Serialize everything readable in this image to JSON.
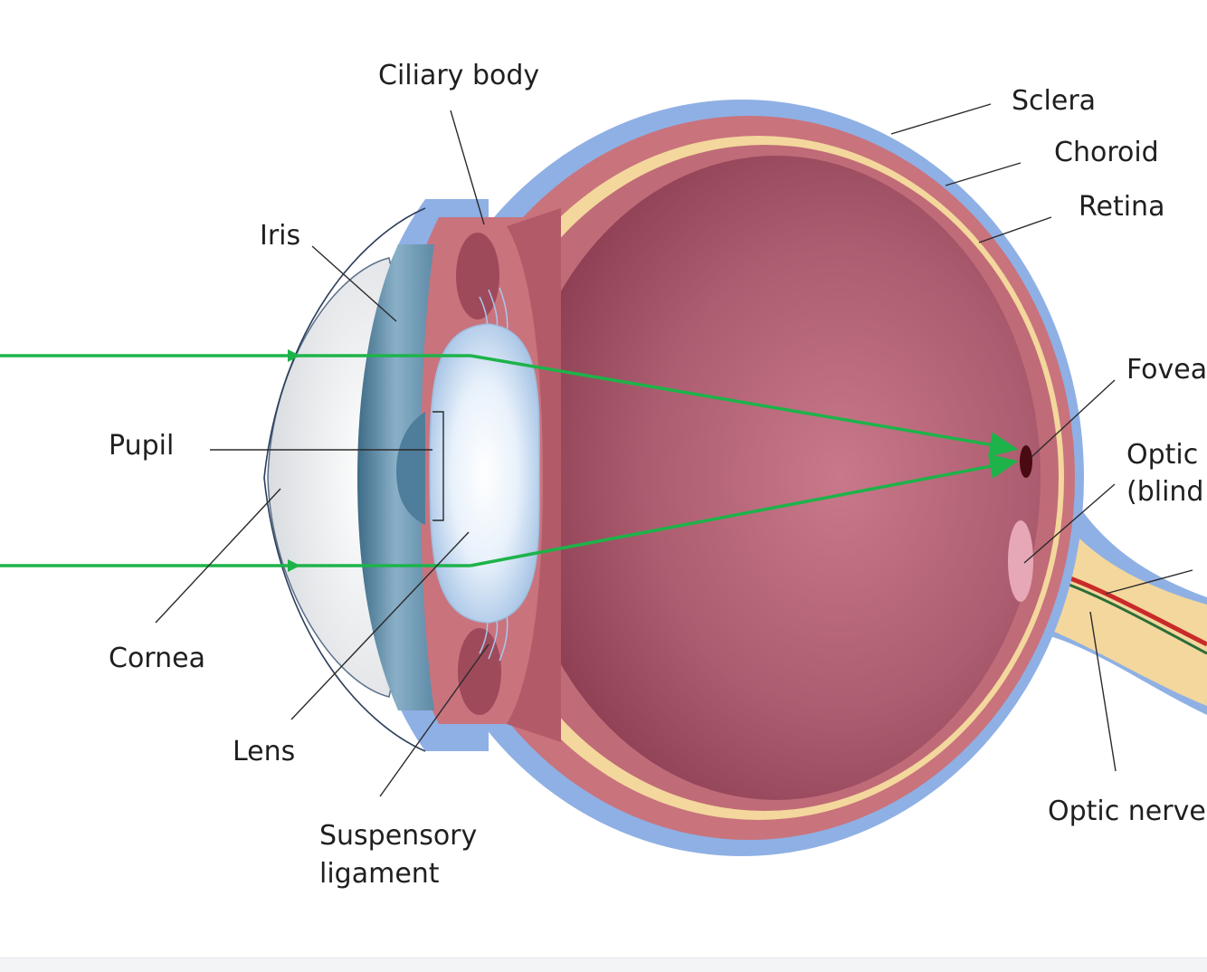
{
  "labels": {
    "ciliary_body": "Ciliary body",
    "sclera": "Sclera",
    "choroid": "Choroid",
    "retina": "Retina",
    "iris": "Iris",
    "fovea": "Fovea",
    "pupil": "Pupil",
    "optic_disc_line1": "Optic d",
    "optic_disc_line2": "(blind",
    "cornea": "Cornea",
    "lens": "Lens",
    "optic_nerve": "Optic nerve",
    "suspensory_line1": "Suspensory",
    "suspensory_line2": "ligament"
  },
  "colors": {
    "sclera": "#8fb0e4",
    "choroid": "#c9737d",
    "retina": "#f3d79c",
    "vitreous": "#a24d60",
    "light_ray": "#1db34a",
    "fovea": "#4a0a12"
  }
}
